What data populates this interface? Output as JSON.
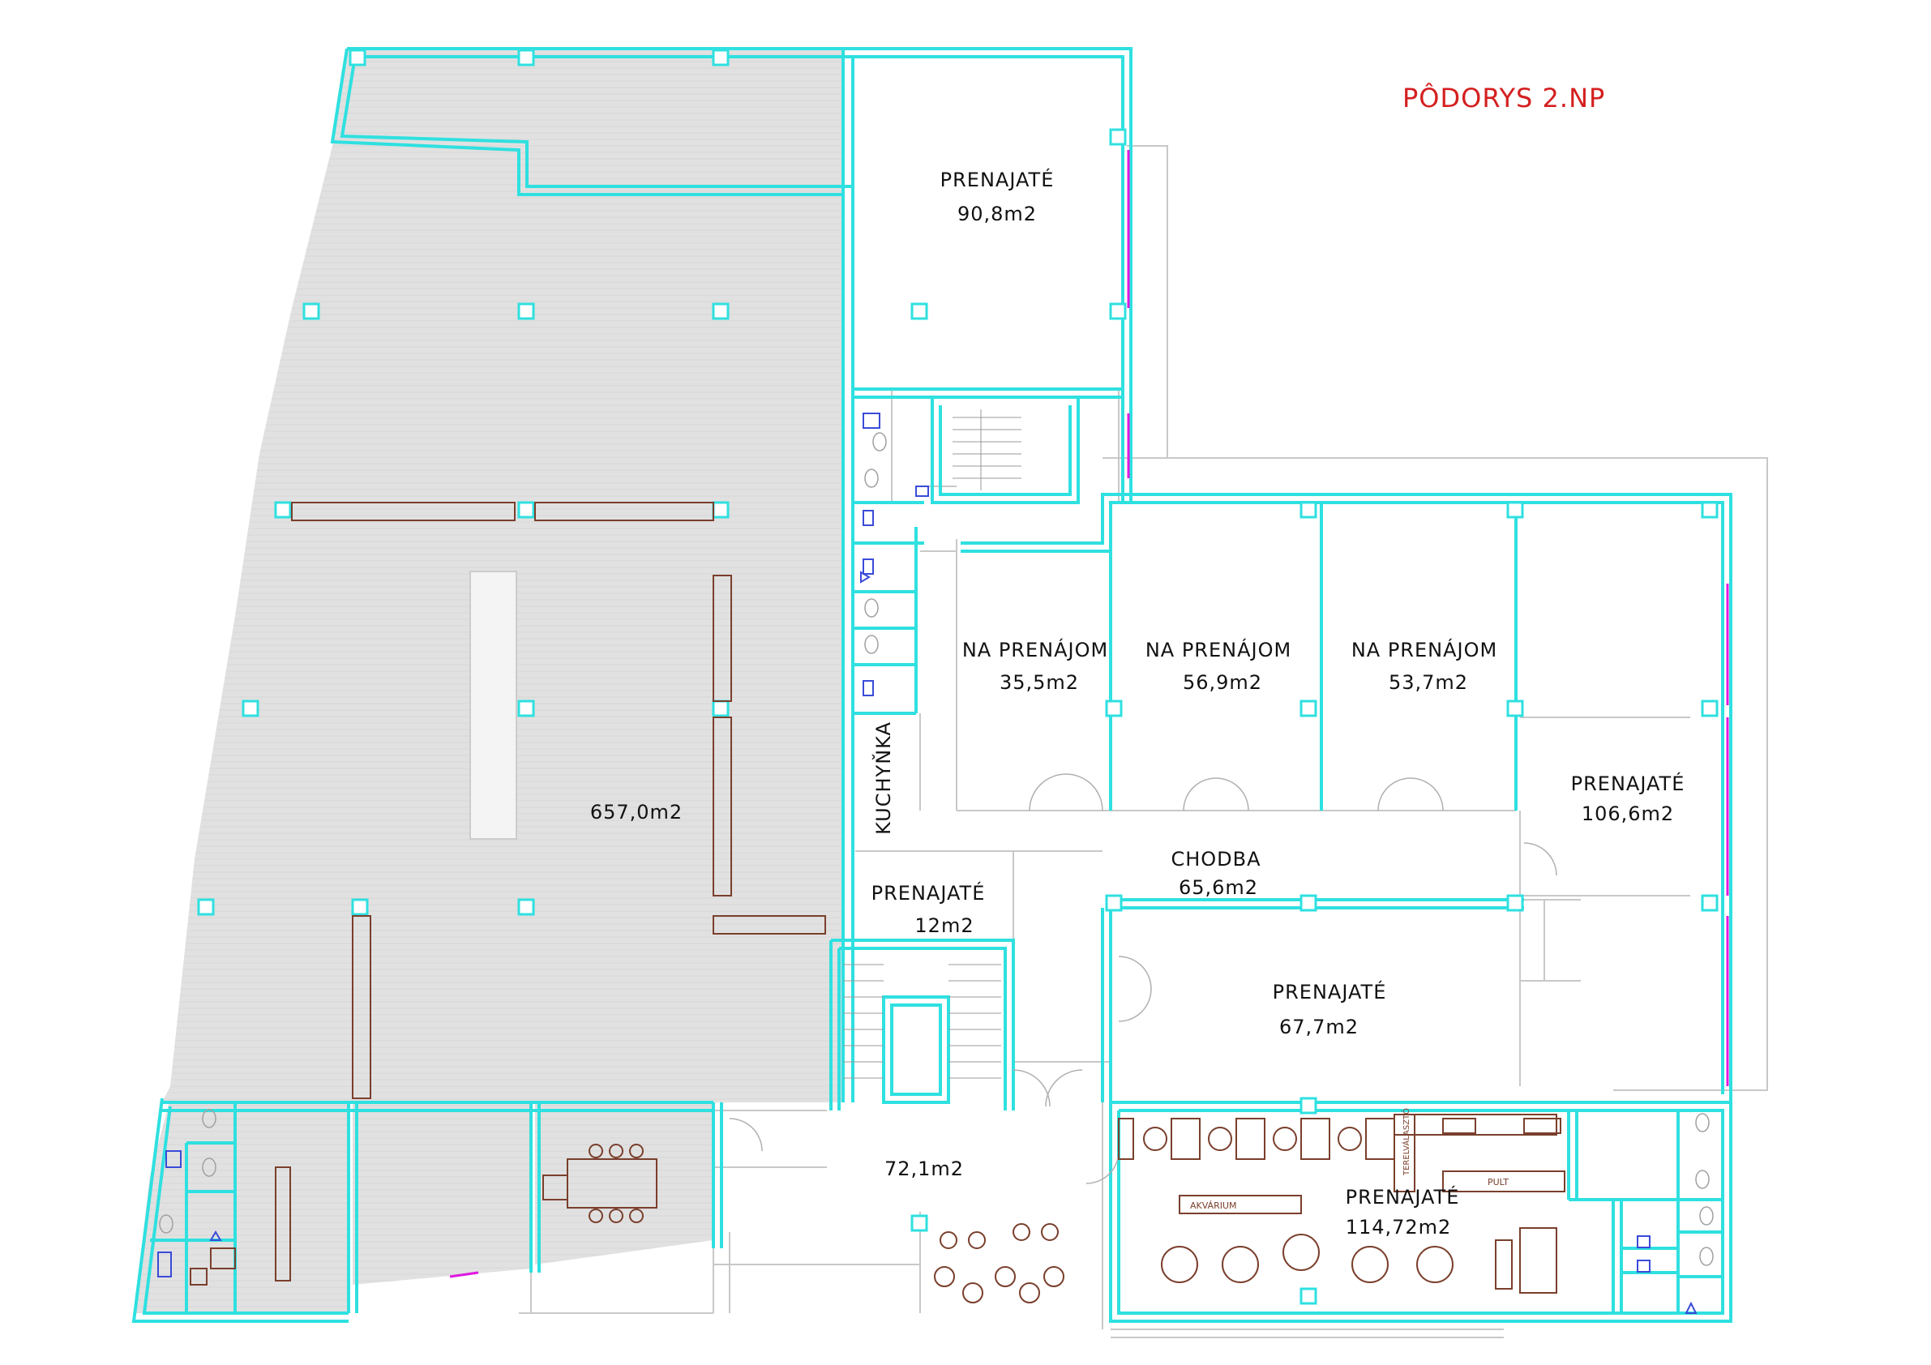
{
  "title": "PÔDORYS 2.NP",
  "colors": {
    "wall": "#2fe0e0",
    "hatch": "#e1e1e1",
    "furniture": "#7a3f2c",
    "glazing": "#e018e0",
    "outline": "#c8c8c8",
    "title": "#d42020",
    "sanitary": "#3a4bd8"
  },
  "rooms": [
    {
      "id": "main-hall",
      "name": "",
      "area": "657,0m2"
    },
    {
      "id": "north-office",
      "name": "PRENAJATÉ",
      "area": "90,8m2"
    },
    {
      "id": "office-1",
      "name": "NA PRENÁJOM",
      "area": "35,5m2"
    },
    {
      "id": "office-2",
      "name": "NA PRENÁJOM",
      "area": "56,9m2"
    },
    {
      "id": "office-3",
      "name": "NA PRENÁJOM",
      "area": "53,7m2"
    },
    {
      "id": "east-office",
      "name": "PRENAJATÉ",
      "area": "106,6m2"
    },
    {
      "id": "corridor",
      "name": "CHODBA",
      "area": "65,6m2"
    },
    {
      "id": "small-office",
      "name": "PRENAJATÉ",
      "area": "12m2"
    },
    {
      "id": "mid-office",
      "name": "PRENAJATÉ",
      "area": "67,7m2"
    },
    {
      "id": "lobby",
      "name": "",
      "area": "72,1m2"
    },
    {
      "id": "cafe",
      "name": "PRENAJATÉ",
      "area": "114,72m2"
    }
  ],
  "kitchenette": "KUCHYŇKA",
  "fixtures": {
    "bar": "PULT",
    "aquarium": "AKVÁRIUM",
    "display": "TERELVÁLASZTÓ"
  }
}
